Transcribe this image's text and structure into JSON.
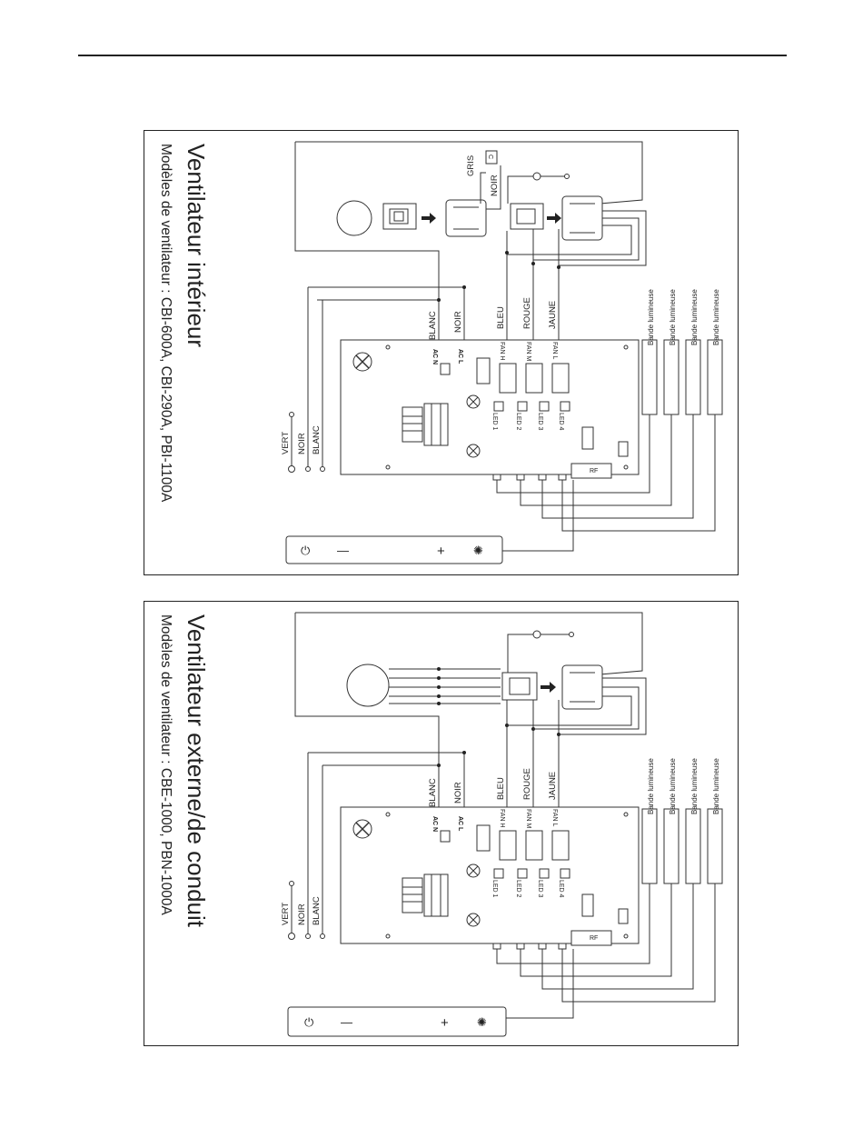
{
  "diagrams": [
    {
      "title": "Ventilateur intérieur",
      "subtitle": "Modèles de ventilateur : CBI-600A, CBI-290A, PBI-1100A",
      "wire_labels": {
        "gris": "GRIS",
        "noir_motor": "NOIR",
        "blanc": "BLANC",
        "noir": "NOIR",
        "bleu": "BLEU",
        "rouge": "ROUGE",
        "jaune": "JAUNE"
      },
      "power_labels": {
        "vert": "VERT",
        "noir": "NOIR",
        "blanc": "BLANC"
      },
      "board_labels": {
        "acn": "AC N",
        "acl": "AC L",
        "fan_h": "FAN H",
        "fan_m": "FAN M",
        "fan_l": "FAN L",
        "led1": "LED 1",
        "led2": "LED 2",
        "led3": "LED 3",
        "led4": "LED 4",
        "rf": "RF",
        "cap": "C"
      },
      "light_strips": [
        "Bande lumineuse",
        "Bande lumineuse",
        "Bande lumineuse",
        "Bande lumineuse"
      ],
      "control_buttons": [
        "⏻",
        "—",
        "+",
        "✺"
      ]
    },
    {
      "title": "Ventilateur externe/de conduit",
      "subtitle": "Modèles de ventilateur : CBE-1000, PBN-1000A",
      "wire_labels": {
        "blanc": "BLANC",
        "noir": "NOIR",
        "bleu": "BLEU",
        "rouge": "ROUGE",
        "jaune": "JAUNE"
      },
      "power_labels": {
        "vert": "VERT",
        "noir": "NOIR",
        "blanc": "BLANC"
      },
      "board_labels": {
        "acn": "AC N",
        "acl": "AC L",
        "fan_h": "FAN H",
        "fan_m": "FAN M",
        "fan_l": "FAN L",
        "led1": "LED 1",
        "led2": "LED 2",
        "led3": "LED 3",
        "led4": "LED 4",
        "rf": "RF"
      },
      "light_strips": [
        "Bande lumineuse",
        "Bande lumineuse",
        "Bande lumineuse",
        "Bande lumineuse"
      ],
      "control_buttons": [
        "⏻",
        "—",
        "+",
        "✺"
      ]
    }
  ]
}
